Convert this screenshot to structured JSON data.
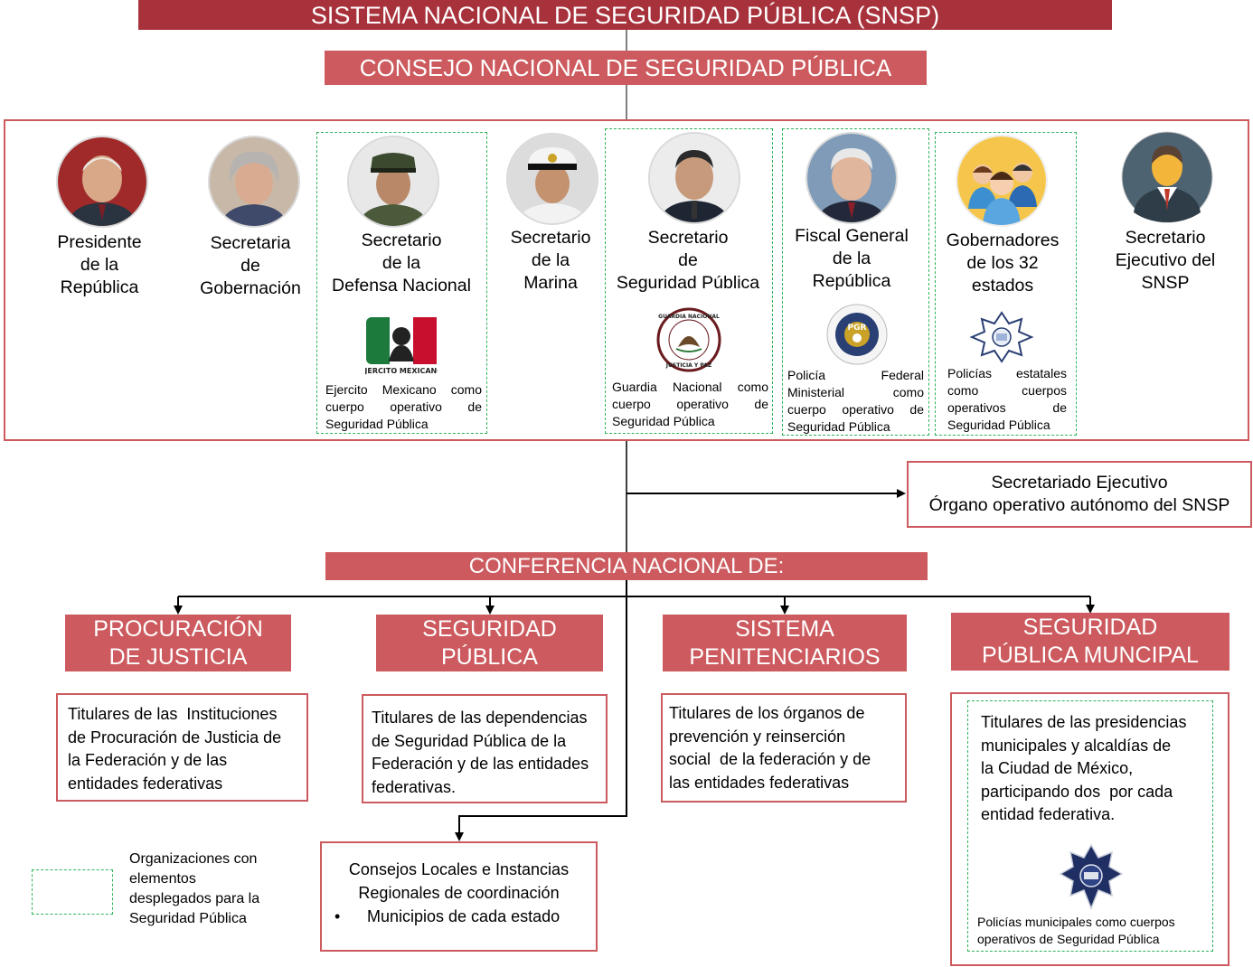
{
  "header": {
    "title": "SISTEMA NACIONAL DE SEGURIDAD PÚBLICA (SNSP)",
    "consejo": "CONSEJO NACIONAL DE SEGURIDAD PÚBLICA"
  },
  "members": [
    {
      "label": [
        "Presidente",
        "de la",
        "República"
      ],
      "icon": "portrait-president-icon"
    },
    {
      "label": [
        "Secretaria",
        "de",
        "Gobernación"
      ],
      "icon": "portrait-secretaria-icon"
    },
    {
      "label": [
        "Secretario",
        "de la",
        "Defensa Nacional"
      ],
      "icon": "portrait-defensa-icon",
      "logo": "ejercito-mexicano-logo-icon",
      "logo_text": "EJERCITO MEXICANO",
      "note": [
        "Ejercito Mexicano como",
        "cuerpo operativo de",
        "Seguridad Pública"
      ]
    },
    {
      "label": [
        "Secretario",
        "de la",
        "Marina"
      ],
      "icon": "portrait-marina-icon"
    },
    {
      "label": [
        "Secretario",
        "de",
        "Seguridad Pública"
      ],
      "icon": "portrait-seguridad-icon",
      "logo": "guardia-nacional-seal-icon",
      "logo_text": "GUARDIA NACIONAL · JUSTICIA Y PAZ",
      "note": [
        "Guardia Nacional como",
        "cuerpo operativo de",
        "Seguridad Pública"
      ]
    },
    {
      "label": [
        "Fiscal General",
        "de la",
        "República"
      ],
      "icon": "portrait-fiscal-icon",
      "logo": "pgr-badge-icon",
      "logo_text": "PGR",
      "note": [
        "Policía Federal",
        "Ministerial como",
        "cuerpo operativo de",
        "Seguridad Pública"
      ]
    },
    {
      "label": [
        "Gobernadores",
        "de los 32",
        "estados"
      ],
      "icon": "gobernadores-group-icon",
      "logo": "policia-estatal-star-icon",
      "note": [
        "Policías estatales",
        "como cuerpos",
        "operativos de",
        "Seguridad Pública"
      ]
    },
    {
      "label": [
        "Secretario",
        "Ejecutivo del",
        "SNSP"
      ],
      "icon": "generic-user-icon"
    }
  ],
  "secretariado": {
    "line1": "Secretariado Ejecutivo",
    "line2": "Órgano operativo autónomo del SNSP"
  },
  "conferencia": "CONFERENCIA NACIONAL DE:",
  "branches": [
    {
      "title": [
        "PROCURACIÓN",
        "DE JUSTICIA"
      ],
      "desc": [
        "Titulares de las  Instituciones",
        "de Procuración de Justicia de",
        "la Federación y de las",
        "entidades federativas"
      ]
    },
    {
      "title": [
        "SEGURIDAD",
        "PÚBLICA"
      ],
      "desc": [
        "Titulares de las dependencias",
        "de Seguridad Pública de la",
        "Federación y de las entidades",
        "federativas."
      ]
    },
    {
      "title": [
        "SISTEMA",
        "PENITENCIARIOS"
      ],
      "desc": [
        "Titulares de los órganos de",
        "prevención y reinserción",
        "social  de la federación y de",
        "las entidades federativas"
      ]
    },
    {
      "title": [
        "SEGURIDAD",
        "PÚBLICA MUNCIPAL"
      ],
      "desc": [
        "Titulares de las presidencias",
        "municipales y alcaldías de",
        "la Ciudad de México,",
        "participando dos  por cada",
        "entidad federativa."
      ],
      "logo": "policia-municipal-star-icon",
      "note": [
        "Policías municipales como cuerpos",
        "operativos de Seguridad Pública"
      ]
    }
  ],
  "consejos_locales": {
    "line1": "Consejos Locales e Instancias",
    "line2": "Regionales de coordinación",
    "bullet": "Municipios de cada estado"
  },
  "legend": {
    "text": [
      "Organizaciones con",
      "elementos",
      "desplegados para la",
      "Seguridad Pública"
    ]
  },
  "colors": {
    "title_bg": "#a8323c",
    "banner_bg": "#cc5a5e",
    "frame_border": "#cc5a5e",
    "dashed_green": "#2fb35a"
  }
}
